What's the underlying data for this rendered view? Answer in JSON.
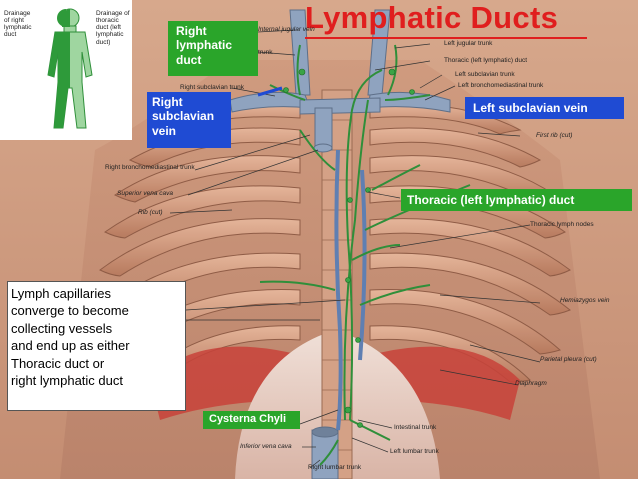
{
  "title": "Lymphatic Ducts",
  "colors": {
    "title": "#e01e1e",
    "blue_box": "#1f4bd3",
    "green_box": "#2aa52a",
    "lymph_green": "#2f8f3a",
    "vein_blue": "#7f95b3",
    "muscle": "#c98a6a"
  },
  "inset": {
    "left_label": [
      "Drainage",
      "of right",
      "lymphatic",
      "duct"
    ],
    "right_label": [
      "Drainage of",
      "thoracic",
      "duct (left",
      "lymphatic",
      "duct)"
    ]
  },
  "boxes": {
    "right_lymphatic_duct": [
      "Right",
      "lymphatic",
      "duct"
    ],
    "right_subclavian_vein": [
      "Right",
      "subclavian",
      "vein"
    ],
    "left_subclavian_vein": "Left subclavian vein",
    "thoracic_duct": "Thoracic (left lymphatic) duct",
    "cisterna_chyli": "Cysterna Chyli",
    "note": [
      "Lymph capillaries",
      "converge to become",
      "collecting vessels",
      "and end up as either",
      "Thoracic duct or",
      "right lymphatic duct"
    ]
  },
  "labels": {
    "internal_vein": "Internal jugular vein",
    "trunk": "trunk",
    "left_jugular_trunk": "Left jugular trunk",
    "thoracic_left_lymphatic_duct": "Thoracic (left lymphatic) duct",
    "left_subclavian_trunk": "Left subclavian trunk",
    "left_bronchomediastinal_trunk": "Left bronchomediastinal trunk",
    "right_subclavian_trunk": "Right subclavian trunk",
    "first_rib": "First rib (cut)",
    "right_bronchomediastinal_trunk": "Right bronchomediastinal trunk",
    "superior_vena_cava": "Superior vena cava",
    "rib_cut": "Rib (cut)",
    "thoracic_lymph_nodes": "Thoracic lymph nodes",
    "hemiazygos_vein": "Hemiazygos vein",
    "parietal_pleura": "Parietal pleura (cut)",
    "diaphragm": "Diaphragm",
    "intestinal_trunk": "Intestinal trunk",
    "inferior_vena_cava": "Inferior vena cava",
    "left_lumbar_trunk": "Left lumbar trunk",
    "right_lumbar_trunk": "Right lumbar trunk"
  }
}
